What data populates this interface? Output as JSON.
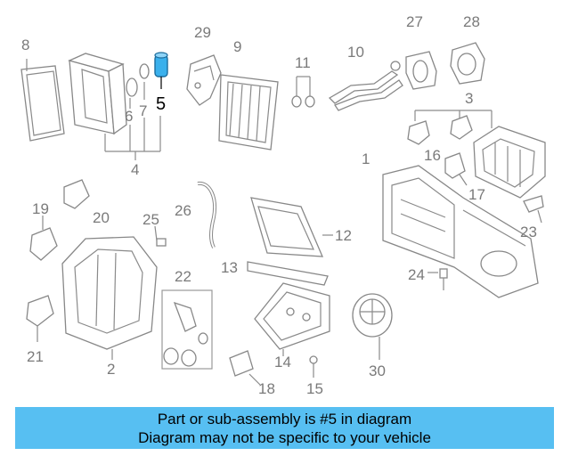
{
  "diagram": {
    "callouts": [
      "8",
      "29",
      "9",
      "11",
      "10",
      "27",
      "28",
      "5",
      "6",
      "7",
      "4",
      "3",
      "1",
      "16",
      "17",
      "19",
      "20",
      "25",
      "26",
      "12",
      "23",
      "22",
      "13",
      "24",
      "21",
      "2",
      "14",
      "30",
      "18",
      "15"
    ],
    "highlighted_part": "5"
  },
  "banner": {
    "line1": "Part or sub-assembly is #5 in diagram",
    "line2": "Diagram may not be specific to your vehicle"
  },
  "colors": {
    "banner_background": "#57bff2",
    "highlight_part": "#3ab0ec",
    "line_art": "#888888"
  }
}
